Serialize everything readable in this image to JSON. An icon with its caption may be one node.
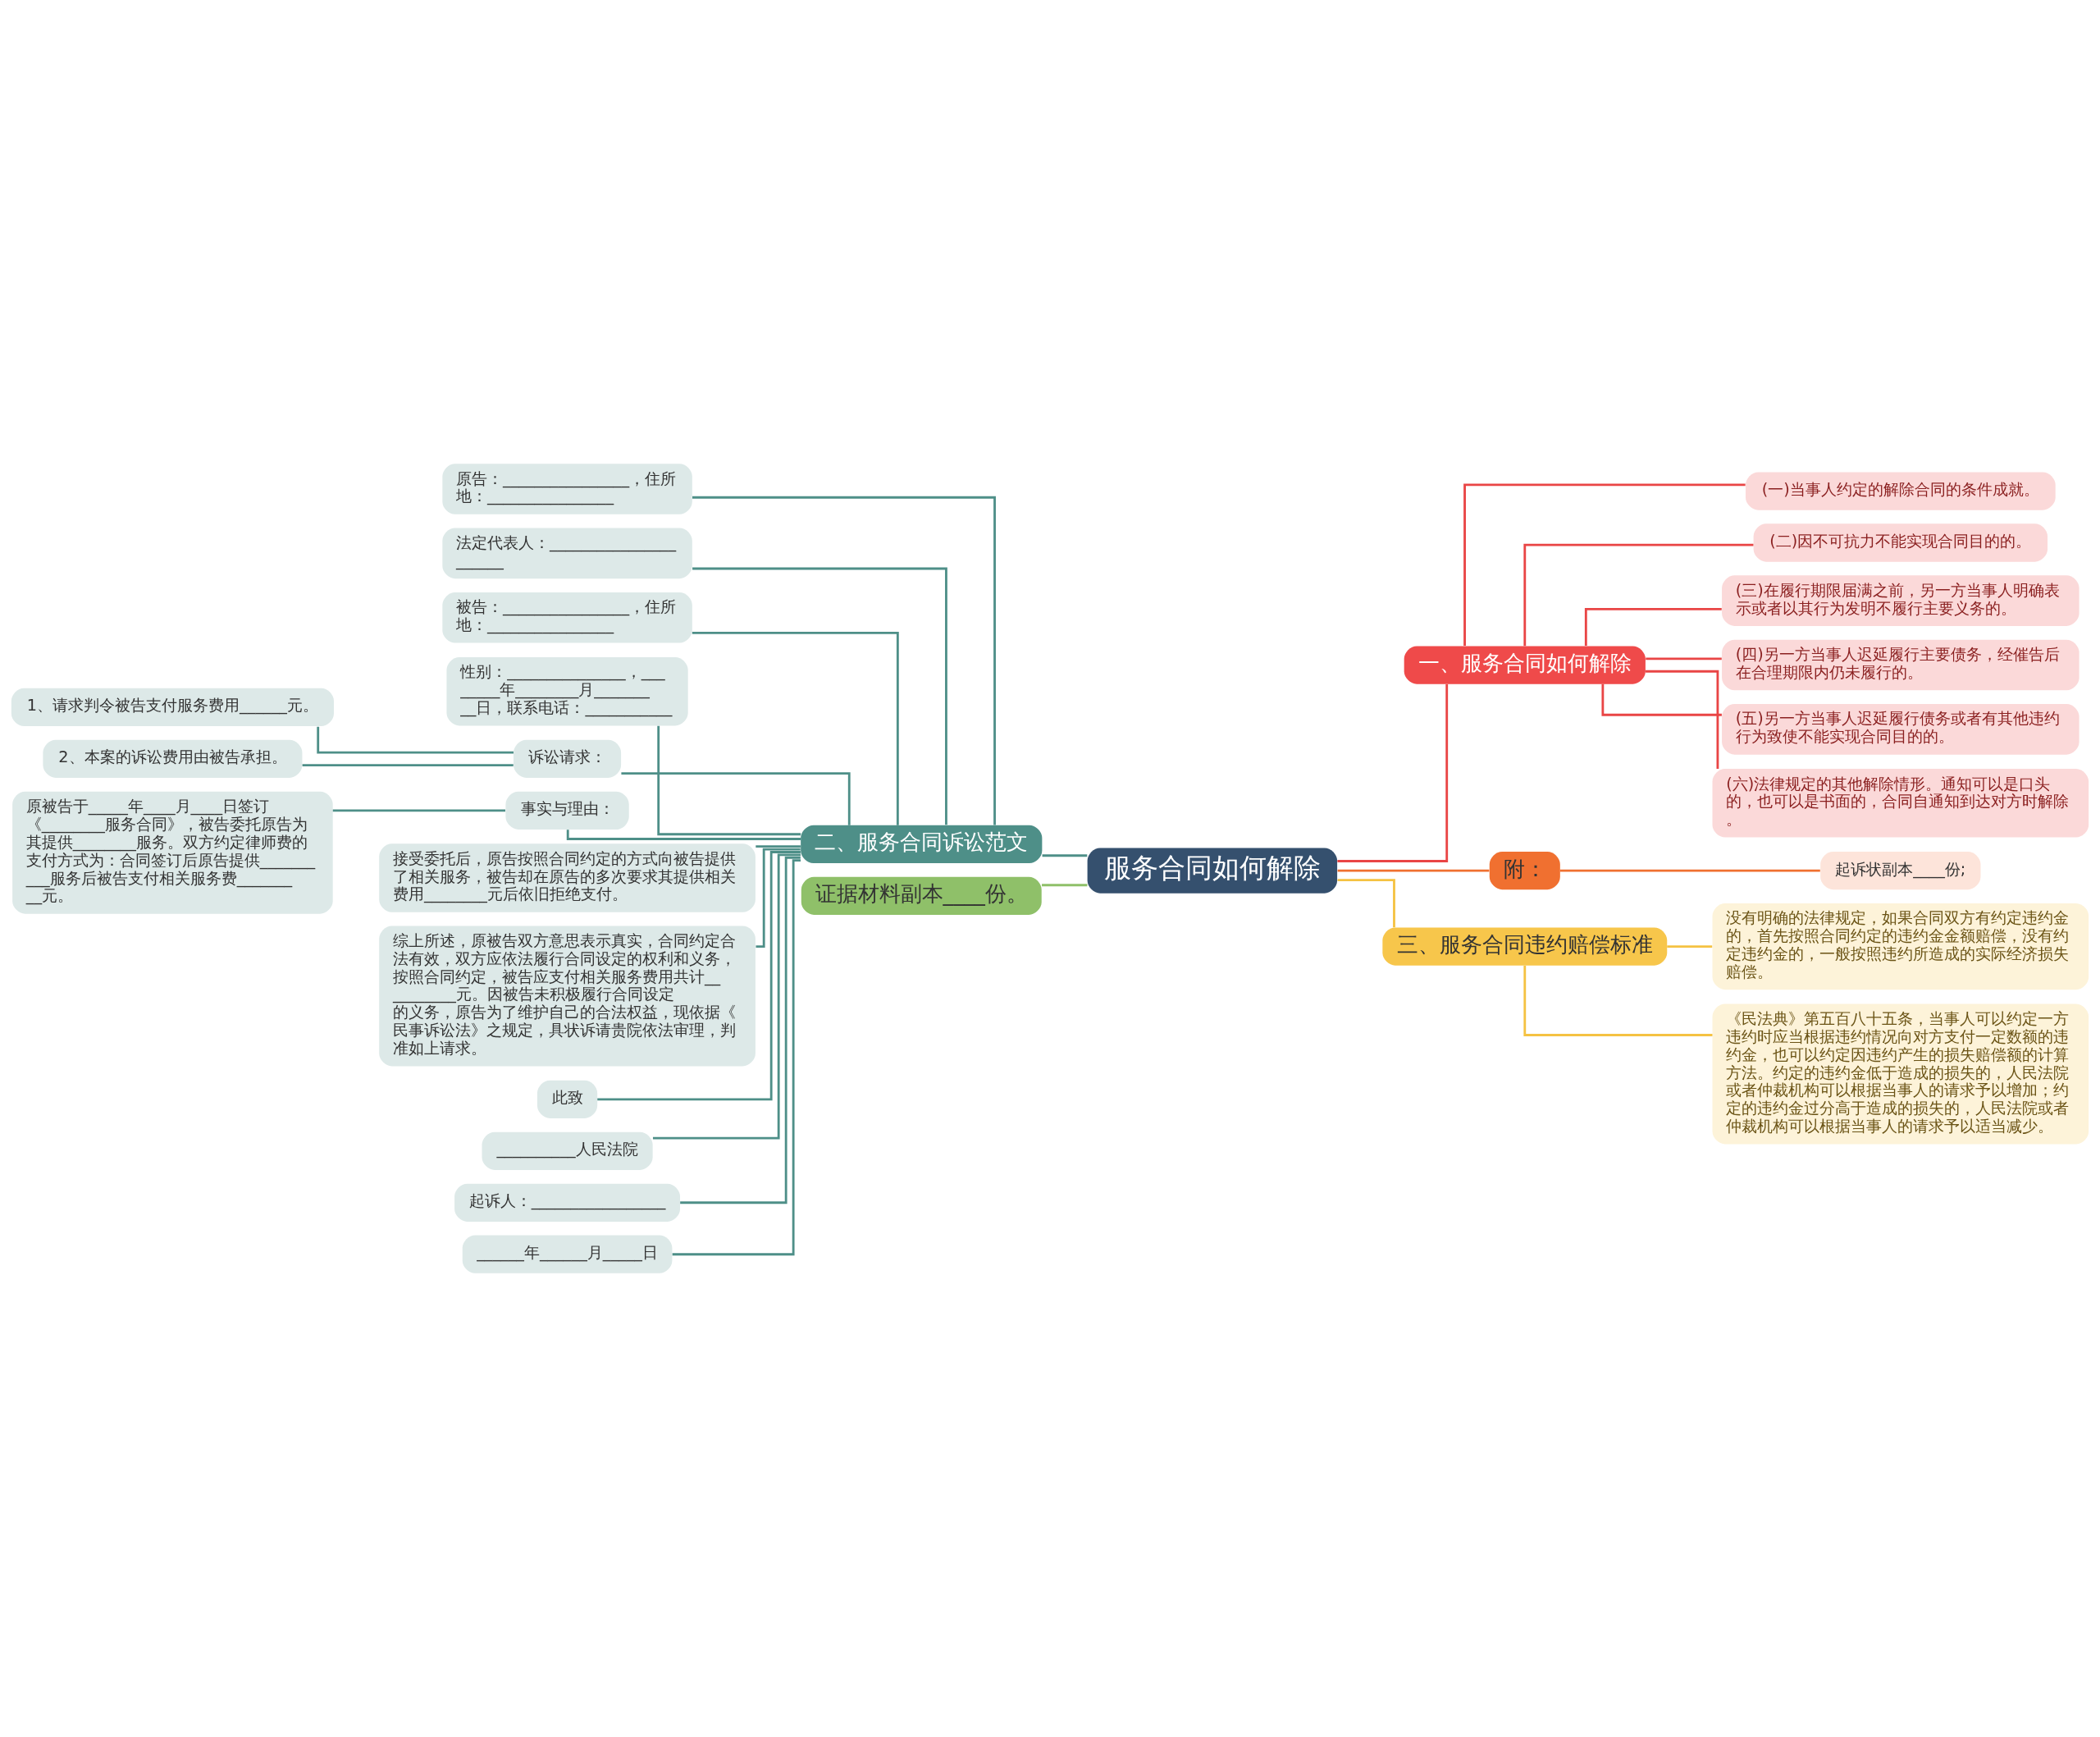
{
  "diagram": {
    "nodes": [
      {
        "text": [
          "服务合同如何解除"
        ]
      },
      {
        "text": [
          "一、服务合同如何解除"
        ]
      },
      {
        "text": [
          "(一)当事人约定的解除合同的条件成就。"
        ]
      },
      {
        "text": [
          "(二)因不可抗力不能实现合同目的的。"
        ]
      },
      {
        "text": [
          "(三)在履行期限届满之前，另一方当事人明确表示或者以其行为发明不履行主要义务的。"
        ]
      },
      {
        "text": [
          "(四)另一方当事人迟延履行主要债务，经催告后在合理期限内仍未履行的。"
        ]
      },
      {
        "text": [
          "(五)另一方当事人迟延履行债务或者有其他违约行为致使不能实现合同目的的。"
        ]
      },
      {
        "text": [
          "(六)法律规定的其他解除情形。通知可以是口头的，也可以是书面的，合同自通知到达对方时解除。"
        ]
      },
      {
        "text": [
          "附："
        ]
      },
      {
        "text": [
          "起诉状副本____份;"
        ]
      },
      {
        "text": [
          "三、服务合同违约赔偿标准"
        ]
      },
      {
        "text": [
          "没有明确的法律规定，如果合同双方有约定违约金的，首先按照合同约定的违约金金额赔偿，没有约定违约金的，一般按照违约所造成的实际经济损失赔偿。"
        ]
      },
      {
        "text": [
          "《民法典》第五百八十五条，当事人可以约定一方违约时应当根据违约情况向对方支付一定数额的违约金，也可以约定因违约产生的损失赔偿额的计算方法。约定的违约金低于造成的损失的，人民法院或者仲裁机构可以根据当事人的请求予以增加；约定的违约金过分高于造成的损失的，人民法院或者仲裁机构可以根据当事人的请求予以适当减少。"
        ]
      },
      {
        "text": [
          "二、服务合同诉讼范文"
        ]
      },
      {
        "text": [
          "原告：________________，住所地：________________"
        ]
      },
      {
        "text": [
          "法定代表人：______________________"
        ]
      },
      {
        "text": [
          "被告：________________，住所地：________________"
        ]
      },
      {
        "text": [
          "性别：_______________，________年________月_________日，联系电话：___________"
        ]
      },
      {
        "text": [
          "诉讼请求："
        ]
      },
      {
        "text": [
          "1、请求判令被告支付服务费用______元。"
        ]
      },
      {
        "text": [
          "2、本案的诉讼费用由被告承担。"
        ]
      },
      {
        "text": [
          "事实与理由："
        ]
      },
      {
        "text": [
          "原被告于_____年____月____日签订《________服务合同》，被告委托原告为其提供________服务。双方约定律师费的支付方式为：合同签订后原告提供__________服务后被告支付相关服务费_________元。"
        ]
      },
      {
        "text": [
          "接受委托后，原告按照合同约定的方式向被告提供了相关服务，被告却在原告的多次要求其提供相关费用________元后依旧拒绝支付。"
        ]
      },
      {
        "text": [
          "综上所述，原被告双方意思表示真实，合同约定合法有效，双方应依法履行合同设定的权利和义务，按照合同约定，被告应支付相关服务费用共计__________元。因被告未积极履行合同设定的义务，原告为了维护自己的合法权益，现依据《民事诉讼法》之规定，具状诉请贵院依法审理，判准如上请求。"
        ]
      },
      {
        "text": [
          "此致"
        ]
      },
      {
        "text": [
          "__________人民法院"
        ]
      },
      {
        "text": [
          "起诉人：_________________"
        ]
      },
      {
        "text": [
          "______年______月_____日"
        ]
      },
      {
        "text": [
          "证据材料副本____份。"
        ]
      }
    ],
    "edges": [
      {
        "from": 0,
        "to": 1,
        "arrow": "none",
        "color": "#e94545"
      },
      {
        "from": 1,
        "to": 2,
        "arrow": "none",
        "color": "#e94545"
      },
      {
        "from": 1,
        "to": 3,
        "arrow": "none",
        "color": "#e94545"
      },
      {
        "from": 1,
        "to": 4,
        "arrow": "none",
        "color": "#e94545"
      },
      {
        "from": 1,
        "to": 5,
        "arrow": "none",
        "color": "#e94545"
      },
      {
        "from": 1,
        "to": 6,
        "arrow": "none",
        "color": "#e94545"
      },
      {
        "from": 1,
        "to": 7,
        "arrow": "none",
        "color": "#e94545"
      },
      {
        "from": 0,
        "to": 8,
        "arrow": "none",
        "color": "#f07030"
      },
      {
        "from": 8,
        "to": 9,
        "arrow": "none",
        "color": "#f07030"
      },
      {
        "from": 0,
        "to": 10,
        "arrow": "none",
        "color": "#f5c242"
      },
      {
        "from": 10,
        "to": 11,
        "arrow": "none",
        "color": "#f5c242"
      },
      {
        "from": 10,
        "to": 12,
        "arrow": "none",
        "color": "#f5c242"
      },
      {
        "from": 0,
        "to": 13,
        "arrow": "none"
      },
      {
        "from": 13,
        "to": 14,
        "arrow": "none"
      },
      {
        "from": 13,
        "to": 15,
        "arrow": "none"
      },
      {
        "from": 13,
        "to": 16,
        "arrow": "none"
      },
      {
        "from": 13,
        "to": 17,
        "arrow": "none"
      },
      {
        "from": 13,
        "to": 18,
        "arrow": "none"
      },
      {
        "from": 18,
        "to": 19,
        "arrow": "none"
      },
      {
        "from": 18,
        "to": 20,
        "arrow": "none"
      },
      {
        "from": 13,
        "to": 21,
        "arrow": "none"
      },
      {
        "from": 21,
        "to": 22,
        "arrow": "none"
      },
      {
        "from": 13,
        "to": 23,
        "arrow": "none"
      },
      {
        "from": 13,
        "to": 24,
        "arrow": "none"
      },
      {
        "from": 13,
        "to": 25,
        "arrow": "none"
      },
      {
        "from": 13,
        "to": 26,
        "arrow": "none"
      },
      {
        "from": 13,
        "to": 27,
        "arrow": "none"
      },
      {
        "from": 13,
        "to": 28,
        "arrow": "none"
      },
      {
        "from": 0,
        "to": 29,
        "arrow": "none",
        "color": "#8fc069"
      }
    ]
  }
}
